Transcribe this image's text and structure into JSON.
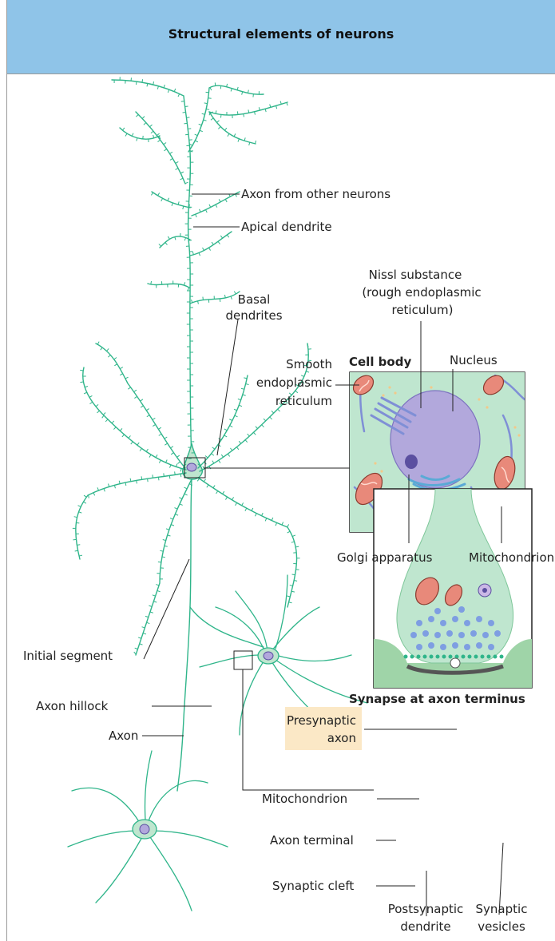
{
  "title": "Structural elements of neurons",
  "colors": {
    "header_bg": "#8fc4e8",
    "neuron_stroke": "#2fb58a",
    "cytoplasm_fill": "#bfe6cf",
    "nucleus_fill": "#b2a8dc",
    "mitochondrion_fill": "#e8897a",
    "er_stroke": "#7f8fd6",
    "golgi_stroke": "#5aaad6",
    "vesicle_fill": "#7e9ee2",
    "highlight_box": "#fbe8c6",
    "postsynaptic_fill": "#9fd4a8"
  },
  "labels": {
    "axon_from_other_neurons": "Axon from other neurons",
    "apical_dendrite": "Apical dendrite",
    "basal_dendrites_line1": "Basal",
    "basal_dendrites_line2": "dendrites",
    "nissl_line1": "Nissl substance",
    "nissl_line2": "(rough endoplasmic",
    "nissl_line3": "reticulum)",
    "cell_body": "Cell body",
    "nucleus": "Nucleus",
    "smooth_er_line1": "Smooth",
    "smooth_er_line2": "endoplasmic",
    "smooth_er_line3": "reticulum",
    "mitochondrion": "Mitochondrion",
    "golgi_apparatus": "Golgi apparatus",
    "initial_segment": "Initial segment",
    "axon_hillock": "Axon hillock",
    "axon": "Axon",
    "synapse_title": "Synapse at axon terminus",
    "presynaptic_line1": "Presynaptic",
    "presynaptic_line2": "axon",
    "syn_mitochondrion": "Mitochondrion",
    "axon_terminal": "Axon terminal",
    "synaptic_cleft": "Synaptic cleft",
    "postsynaptic_line1": "Postsynaptic",
    "postsynaptic_line2": "dendrite",
    "vesicles_line1": "Synaptic",
    "vesicles_line2": "vesicles"
  }
}
